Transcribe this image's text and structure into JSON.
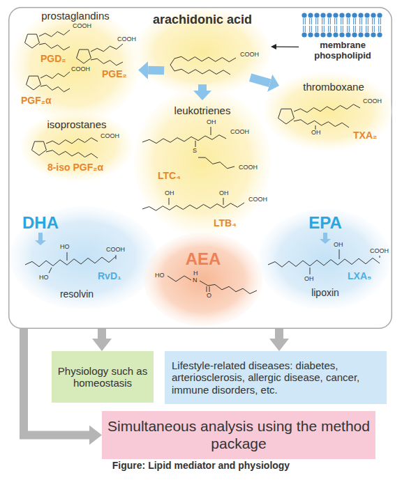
{
  "diagram": {
    "caption": "Figure: Lipid mediator and physiology",
    "nodes": [
      {
        "text": []
      },
      {
        "text": [
          "arachidonic acid"
        ],
        "in": 0
      },
      {
        "text": [
          "membrane phospholipid"
        ],
        "in": 0
      },
      {
        "text": [
          "prostaglandins",
          "PGD₂",
          "PGE₂",
          "PGF₂α"
        ],
        "in": 0
      },
      {
        "text": [
          "thromboxane",
          "TXA₂"
        ],
        "in": 0
      },
      {
        "text": [
          "isoprostanes",
          "8-iso PGF₂α"
        ],
        "in": 0
      },
      {
        "text": [
          "leukotrienes",
          "LTC₄",
          "LTB₄"
        ],
        "in": 0
      },
      {
        "text": [
          "DHA",
          "RvD₁",
          "resolvin"
        ],
        "in": 0
      },
      {
        "text": [
          "AEA"
        ],
        "in": 0
      },
      {
        "text": [
          "EPA",
          "LXA₅",
          "lipoxin"
        ],
        "in": 0
      },
      {
        "text": [
          "Physiology such as homeostasis"
        ]
      },
      {
        "text": [
          "Lifestyle-related diseases: diabetes, arteriosclerosis, allergic disease, cancer, immune disorders, etc."
        ]
      },
      {
        "text": [
          "Simultaneous analysis using the method package"
        ]
      }
    ],
    "edges": [
      {
        "from": 2,
        "to": 1,
        "arrow": "to"
      },
      {
        "from": 1,
        "to": 3,
        "arrow": "to"
      },
      {
        "from": 1,
        "to": 6,
        "arrow": "to"
      },
      {
        "from": 1,
        "to": 4,
        "arrow": "to"
      },
      {
        "from": 0,
        "to": 10,
        "arrow": "to"
      },
      {
        "from": 0,
        "to": 11,
        "arrow": "to"
      },
      {
        "from": 0,
        "to": 12,
        "arrow": "to"
      }
    ],
    "labels": [
      "COOH",
      "COOH",
      "COOH",
      "COOH",
      "COOH",
      "OH",
      "COOH",
      "OH",
      "COOH",
      "S",
      "COOH",
      "OH",
      "OH",
      "COOH",
      "HO",
      "COOH",
      "HO",
      "OH",
      "COOH",
      "OH",
      "HO",
      "H",
      "N",
      "O"
    ]
  }
}
